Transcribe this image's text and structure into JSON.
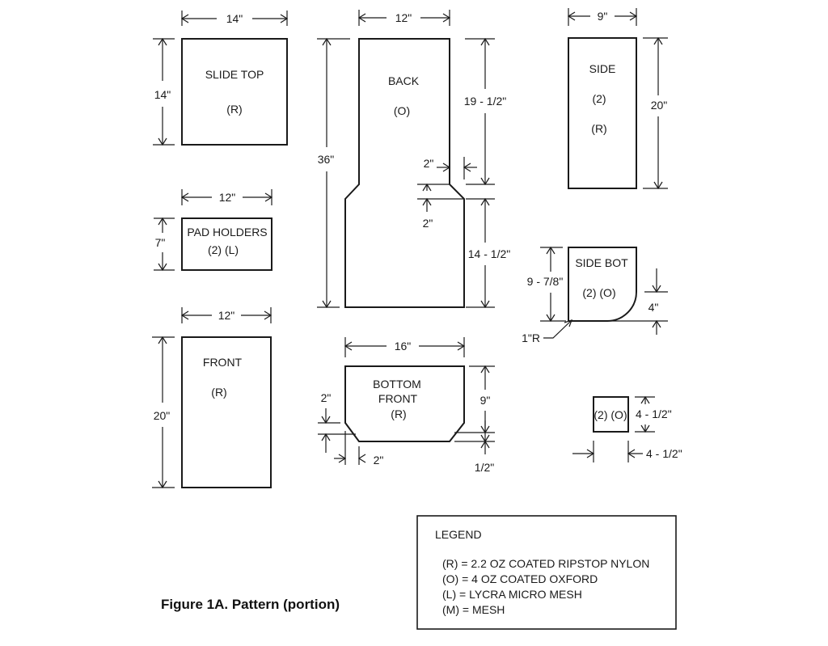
{
  "pieces": {
    "slide_top": {
      "name": "SLIDE TOP",
      "mat": "(R)",
      "width": "14\"",
      "height": "14\""
    },
    "back": {
      "name": "BACK",
      "mat": "(O)",
      "width": "12\"",
      "height": "36\"",
      "upper": "19 - 1/2\"",
      "step_h": "2\"",
      "step_v": "2\"",
      "lower": "14 - 1/2\""
    },
    "side": {
      "name": "SIDE",
      "qty": "(2)",
      "mat": "(R)",
      "width": "9\"",
      "height": "20\""
    },
    "pad_holders": {
      "name": "PAD HOLDERS",
      "qty_mat": "(2) (L)",
      "width": "12\"",
      "height": "7\""
    },
    "side_bot": {
      "name": "SIDE BOT",
      "qty_mat": "(2) (O)",
      "height": "9 - 7/8\"",
      "curve": "4\"",
      "radius": "1\"R"
    },
    "front": {
      "name": "FRONT",
      "mat": "(R)",
      "width": "12\"",
      "height": "20\""
    },
    "bottom_front": {
      "name1": "BOTTOM",
      "name2": "FRONT",
      "mat": "(R)",
      "width": "16\"",
      "height": "9\"",
      "chamfer_v": "2\"",
      "chamfer_h": "2\"",
      "bottom_gap": "1/2\""
    },
    "small_square": {
      "qty_mat": "(2) (O)",
      "height": "4 - 1/2\"",
      "width": "4 - 1/2\""
    }
  },
  "legend": {
    "title": "LEGEND",
    "items": [
      "(R) = 2.2 OZ COATED RIPSTOP NYLON",
      "(O) = 4 OZ COATED OXFORD",
      "(L) = LYCRA MICRO MESH",
      "(M) = MESH"
    ]
  },
  "caption": "Figure 1A. Pattern (portion)"
}
